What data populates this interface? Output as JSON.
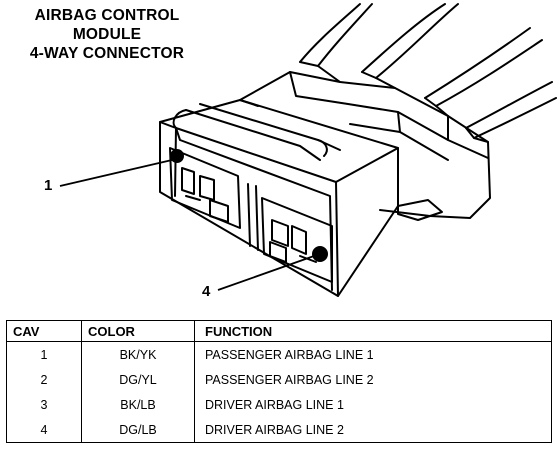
{
  "title": {
    "line1": "AIRBAG CONTROL",
    "line2": "MODULE",
    "line3": "4-WAY CONNECTOR"
  },
  "callouts": {
    "cavity_1": "1",
    "cavity_4": "4"
  },
  "table": {
    "headers": {
      "cav": "CAV",
      "color": "COLOR",
      "function": "FUNCTION"
    },
    "rows": [
      {
        "cav": "1",
        "color": "BK/YK",
        "function": "PASSENGER AIRBAG LINE 1"
      },
      {
        "cav": "2",
        "color": "DG/YL",
        "function": "PASSENGER AIRBAG LINE 2"
      },
      {
        "cav": "3",
        "color": "BK/LB",
        "function": "DRIVER AIRBAG LINE 1"
      },
      {
        "cav": "4",
        "color": "DG/LB",
        "function": "DRIVER AIRBAG LINE 2"
      }
    ]
  },
  "icons": [
    "connector-illustration"
  ],
  "colors": {
    "ink": "#000000",
    "paper": "#ffffff"
  }
}
